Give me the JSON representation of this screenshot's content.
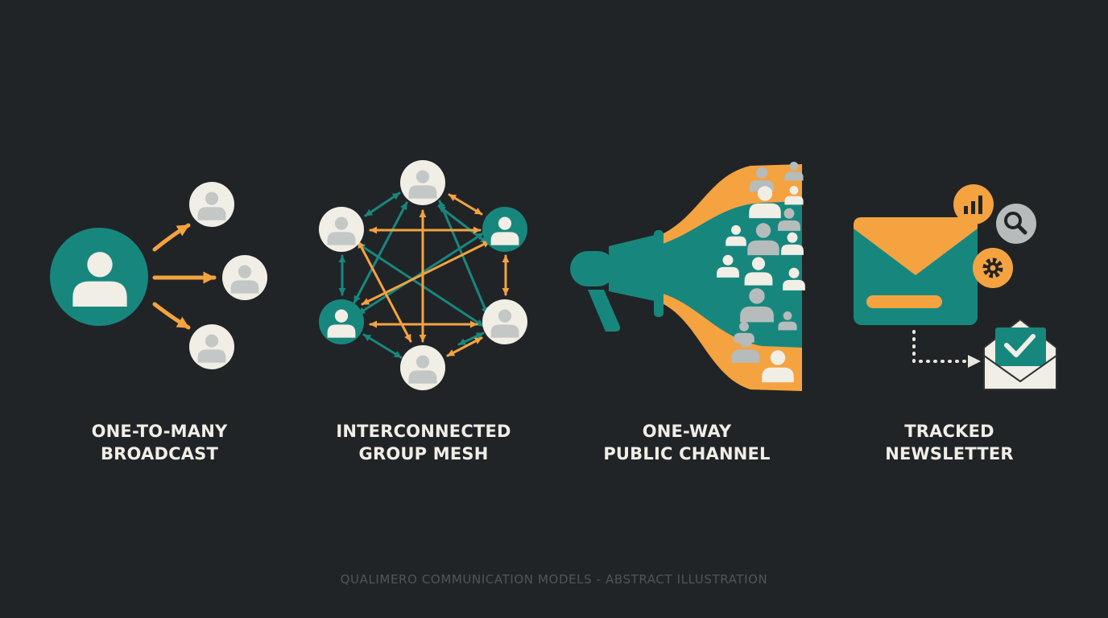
{
  "colors": {
    "background": "#212427",
    "teal": "#17877e",
    "orange": "#f4a340",
    "cream": "#f1eee6",
    "gray": "#b5bcbb",
    "text": "#f1eee7",
    "caption": "#4f5559"
  },
  "icons": [
    "user-icon",
    "megaphone-icon",
    "envelope-icon",
    "bar-chart-icon",
    "search-icon",
    "gear-icon",
    "check-icon"
  ],
  "models": [
    {
      "line1": "ONE-TO-MANY",
      "line2": "BROADCAST"
    },
    {
      "line1": "INTERCONNECTED",
      "line2": "GROUP MESH"
    },
    {
      "line1": "ONE-WAY",
      "line2": "PUBLIC CHANNEL"
    },
    {
      "line1": "TRACKED",
      "line2": "NEWSLETTER"
    }
  ],
  "caption": "QUALIMERO COMMUNICATION MODELS - ABSTRACT ILLUSTRATION"
}
